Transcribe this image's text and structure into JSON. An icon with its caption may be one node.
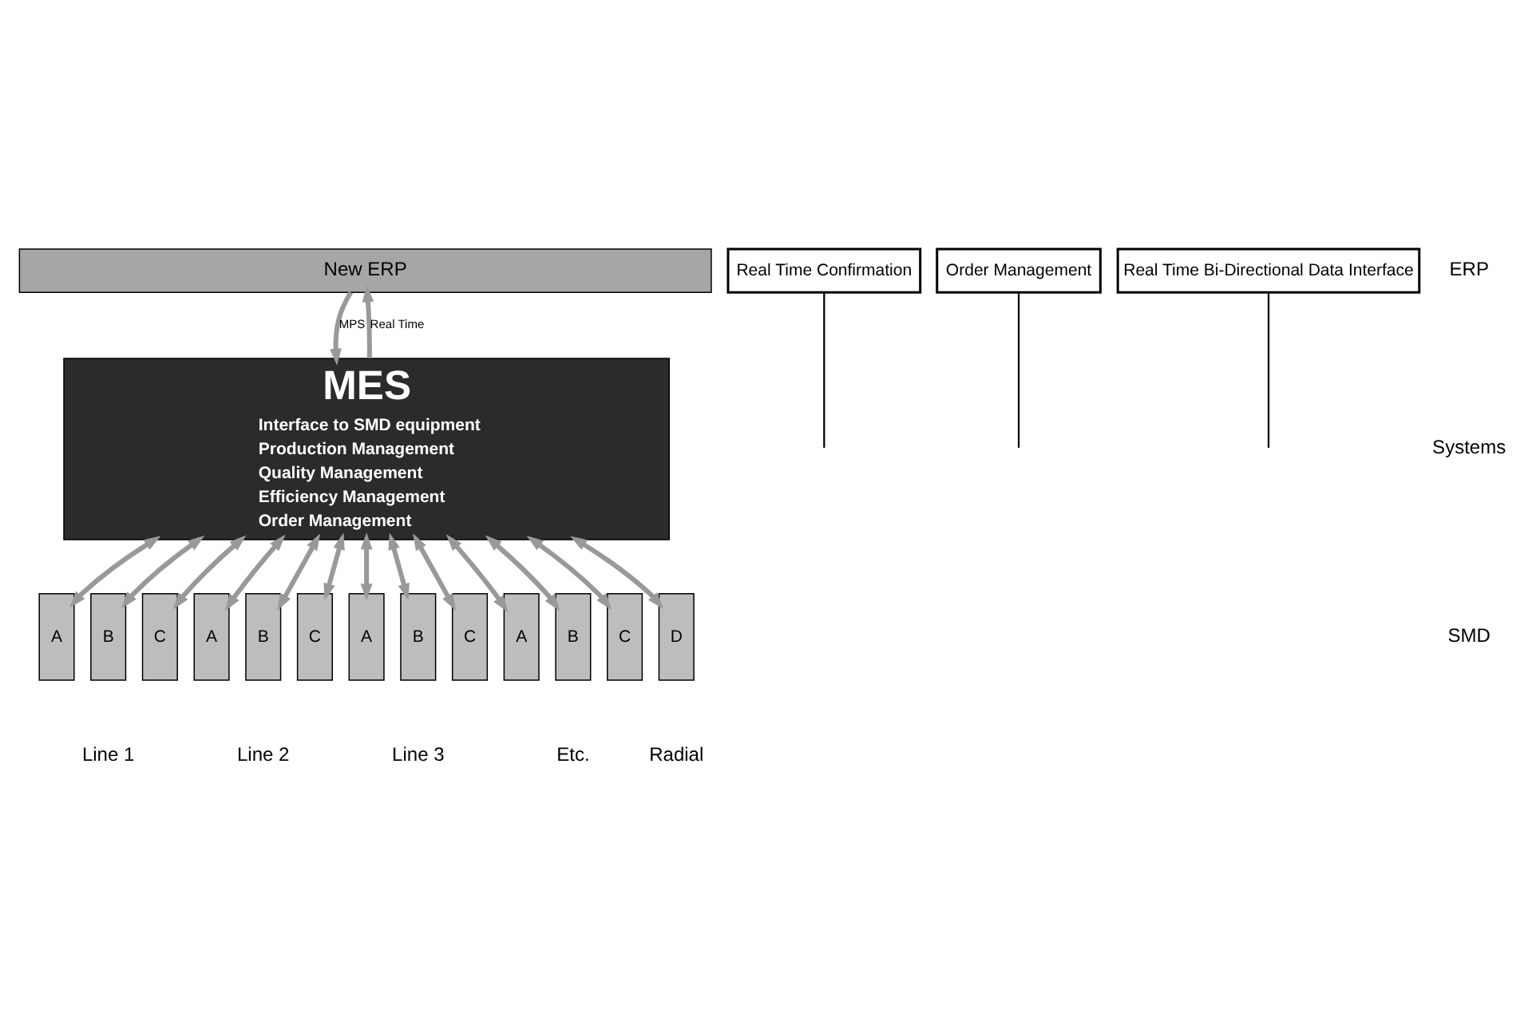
{
  "diagram": {
    "nodes": [
      {
        "text": [
          "New ERP"
        ]
      },
      {
        "text": [
          "MES",
          "Interface to SMD equipment",
          "Production Management",
          "Quality Management",
          "Efficiency Management",
          "Order Management"
        ]
      },
      {
        "text": [
          "A"
        ]
      },
      {
        "text": [
          "B"
        ]
      },
      {
        "text": [
          "C"
        ]
      },
      {
        "text": [
          "A"
        ]
      },
      {
        "text": [
          "B"
        ]
      },
      {
        "text": [
          "C"
        ]
      },
      {
        "text": [
          "A"
        ]
      },
      {
        "text": [
          "B"
        ]
      },
      {
        "text": [
          "C"
        ]
      },
      {
        "text": [
          "A"
        ]
      },
      {
        "text": [
          "B"
        ]
      },
      {
        "text": [
          "C"
        ]
      },
      {
        "text": [
          "D"
        ],
        "beside": [
          "Radial"
        ]
      },
      {
        "text": [
          "Real Time Confirmation"
        ]
      },
      {
        "text": [
          "Order Management"
        ]
      },
      {
        "text": [
          "Real Time Bi-Directional Data Interface"
        ]
      }
    ],
    "edges": [
      {
        "from": 1,
        "to": 0,
        "arrow": "to",
        "label": "Real Time"
      },
      {
        "from": 0,
        "to": 1,
        "arrow": "to",
        "label": "MPS"
      },
      {
        "from": 1,
        "to": 2,
        "arrow": "both"
      },
      {
        "from": 1,
        "to": 3,
        "arrow": "both"
      },
      {
        "from": 1,
        "to": 4,
        "arrow": "both"
      },
      {
        "from": 1,
        "to": 5,
        "arrow": "both"
      },
      {
        "from": 1,
        "to": 6,
        "arrow": "both"
      },
      {
        "from": 1,
        "to": 7,
        "arrow": "both"
      },
      {
        "from": 1,
        "to": 8,
        "arrow": "both"
      },
      {
        "from": 1,
        "to": 9,
        "arrow": "both"
      },
      {
        "from": 1,
        "to": 10,
        "arrow": "both"
      },
      {
        "from": 1,
        "to": 11,
        "arrow": "both"
      },
      {
        "from": 1,
        "to": 12,
        "arrow": "both"
      },
      {
        "from": 1,
        "to": 13,
        "arrow": "both"
      },
      {
        "from": 1,
        "to": 14,
        "arrow": "both"
      },
      {
        "from": 15,
        "to": null,
        "arrow": "none",
        "color": "#000000"
      },
      {
        "from": 16,
        "to": null,
        "arrow": "none",
        "color": "#000000"
      },
      {
        "from": 17,
        "to": null,
        "arrow": "none",
        "color": "#000000"
      }
    ],
    "labels": [
      "ERP",
      "Systems",
      "SMD",
      "Line 1",
      "Line 2",
      "Line 3",
      "Etc."
    ]
  }
}
